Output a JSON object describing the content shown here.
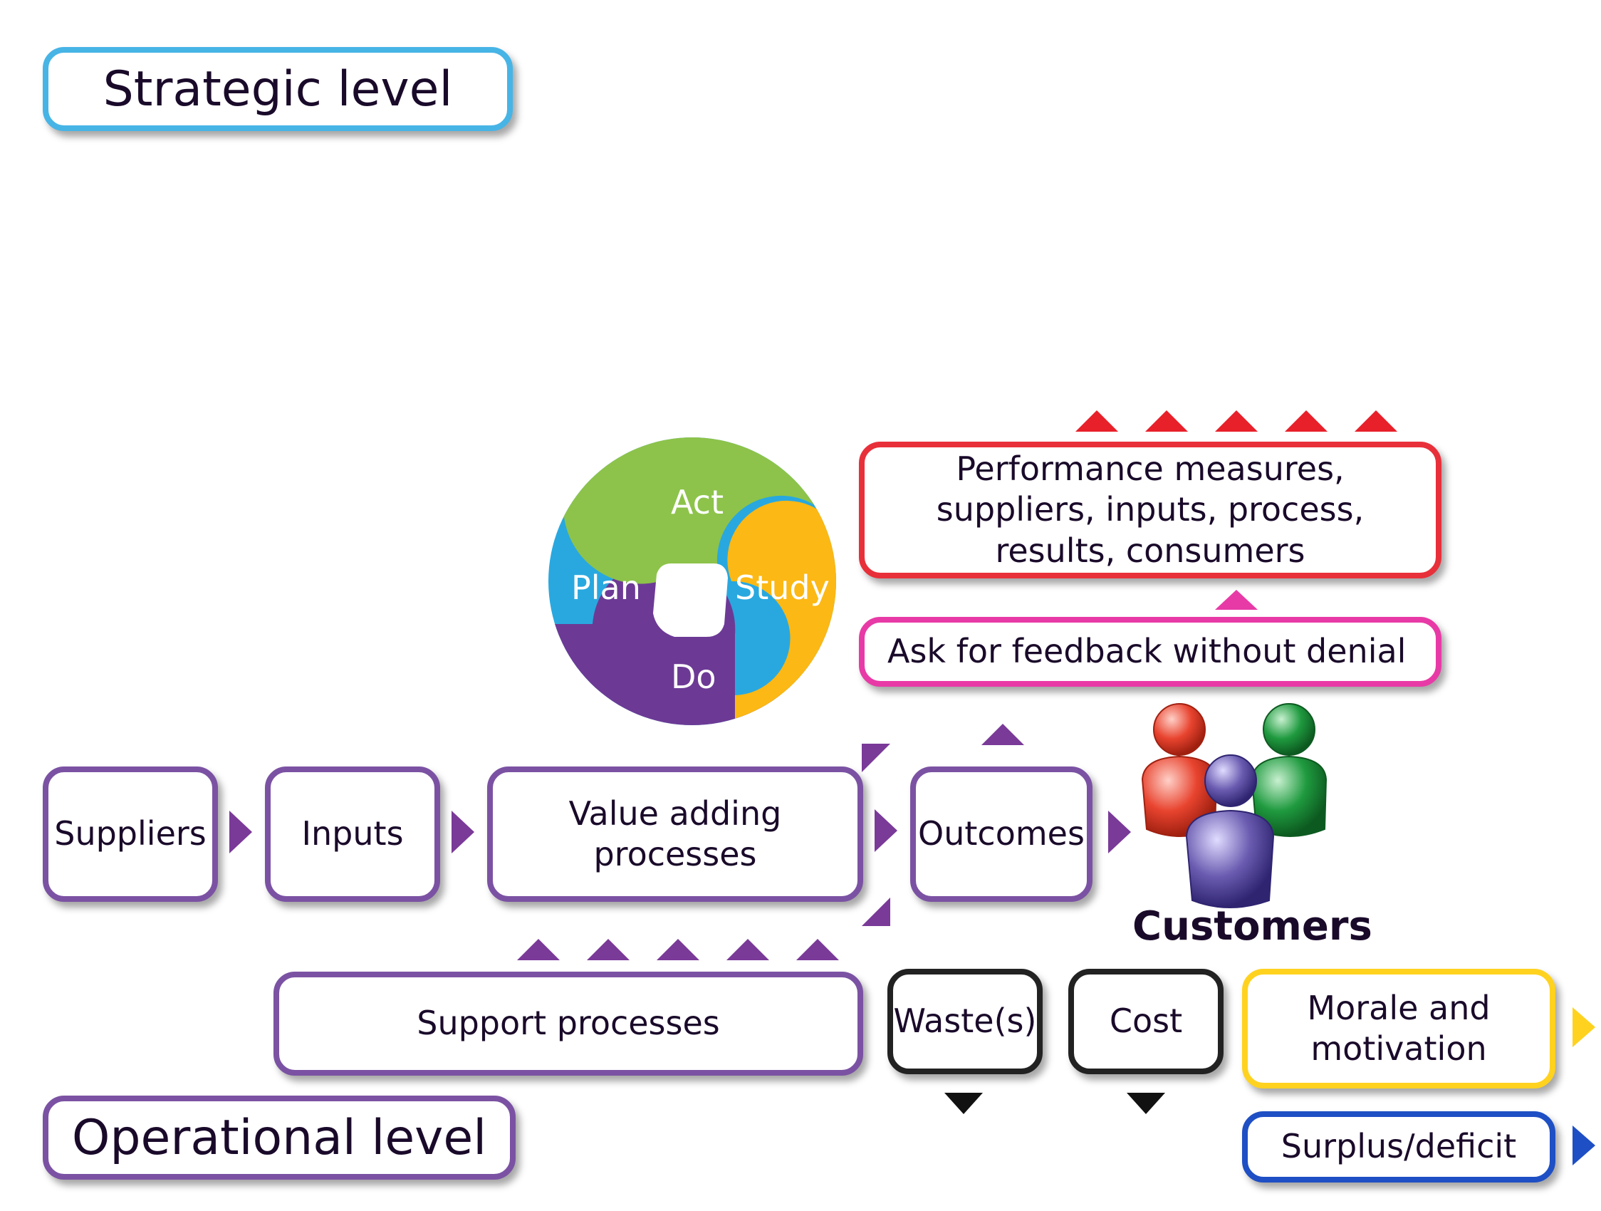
{
  "levels": {
    "strategic": "Strategic level",
    "operational": "Operational level"
  },
  "pdsa": {
    "act": "Act",
    "plan": "Plan",
    "study": "Study",
    "do": "Do",
    "colors": {
      "act": "#8dc34a",
      "plan": "#29a8df",
      "study": "#fcb814",
      "do": "#6c3a95"
    }
  },
  "flow": {
    "suppliers": "Suppliers",
    "inputs": "Inputs",
    "value_adding": "Value adding processes",
    "outcomes": "Outcomes",
    "support": "Support processes"
  },
  "feedback": {
    "performance": "Performance measures, suppliers, inputs, process, results, consumers",
    "ask": "Ask for feedback without denial"
  },
  "customers": {
    "label": "Customers",
    "colors": {
      "red": "#e8442f",
      "green": "#1f9a3f",
      "purple": "#6a5bb0"
    }
  },
  "results": {
    "waste": "Waste(s)",
    "cost": "Cost",
    "morale": "Morale and motivation",
    "surplus": "Surplus/deficit"
  },
  "colors": {
    "strategic_border": "#47b4e6",
    "operational_border": "#7b52a3",
    "process_border": "#7b52a3",
    "performance_border": "#e8303a",
    "ask_border": "#e83aa6",
    "black_border": "#222222",
    "morale_border": "#ffd21f",
    "surplus_border": "#1e4fc4"
  }
}
